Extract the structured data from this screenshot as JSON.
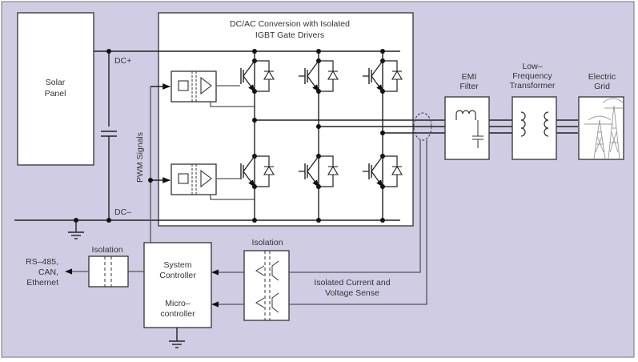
{
  "diagram": {
    "title": "Solar Inverter Block Diagram",
    "colors": {
      "background": "#d0cce4",
      "block_fill": "#ffffff",
      "line": "#222222",
      "text": "#333333"
    },
    "blocks": {
      "solar_panel": {
        "line1": "Solar",
        "line2": "Panel"
      },
      "inverter": {
        "line1": "DC/AC Conversion with Isolated",
        "line2": "IGBT Gate  Drivers"
      },
      "emi_filter": {
        "line1": "EMI",
        "line2": "Filter"
      },
      "transformer": {
        "line1": "Low–",
        "line2": "Frequency",
        "line3": "Transformer"
      },
      "grid": {
        "line1": "Electric",
        "line2": "Grid"
      },
      "isolation_comm": {
        "label": "Isolation"
      },
      "isolation_sense": {
        "label": "Isolation"
      },
      "controller": {
        "line1": "System",
        "line2": "Controller",
        "line3": "Micro–",
        "line4": "controller"
      }
    },
    "labels": {
      "dc_plus": "DC+",
      "dc_minus": "DC–",
      "pwm": "PWM Signals",
      "comm_line1": "RS–485,",
      "comm_line2": "CAN,",
      "comm_line3": "Ethernet",
      "sense_line1": "Isolated Current and",
      "sense_line2": "Voltage Sense"
    },
    "components": [
      "capacitor-icon",
      "ground-icon",
      "igbt-icon",
      "diode-icon",
      "gate-driver-icon",
      "inductor-icon",
      "transformer-icon",
      "transmission-tower-icon",
      "current-sensor-icon"
    ]
  }
}
